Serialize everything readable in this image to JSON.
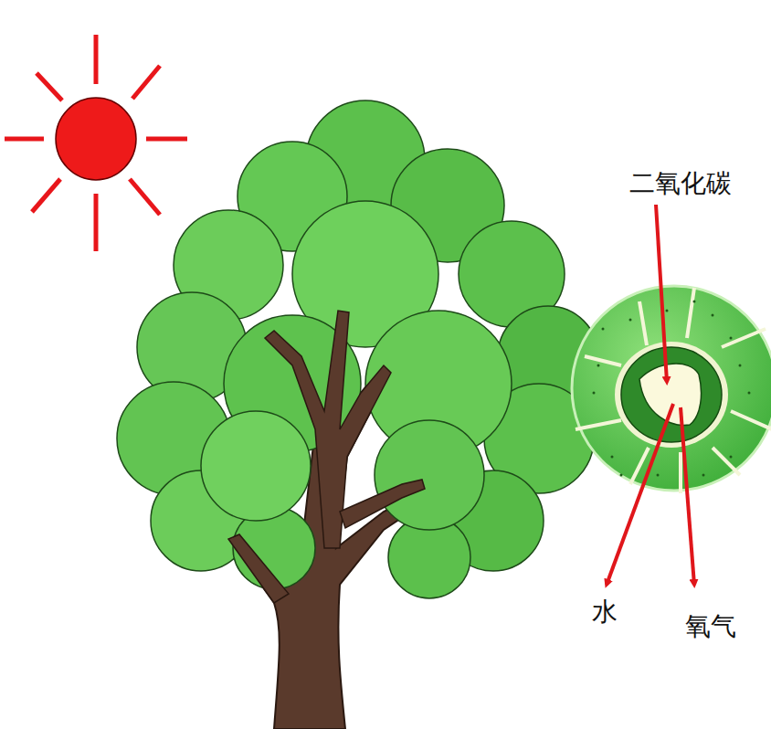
{
  "diagram": {
    "labels": [
      "二氧化碳",
      "水",
      "氧气"
    ]
  }
}
